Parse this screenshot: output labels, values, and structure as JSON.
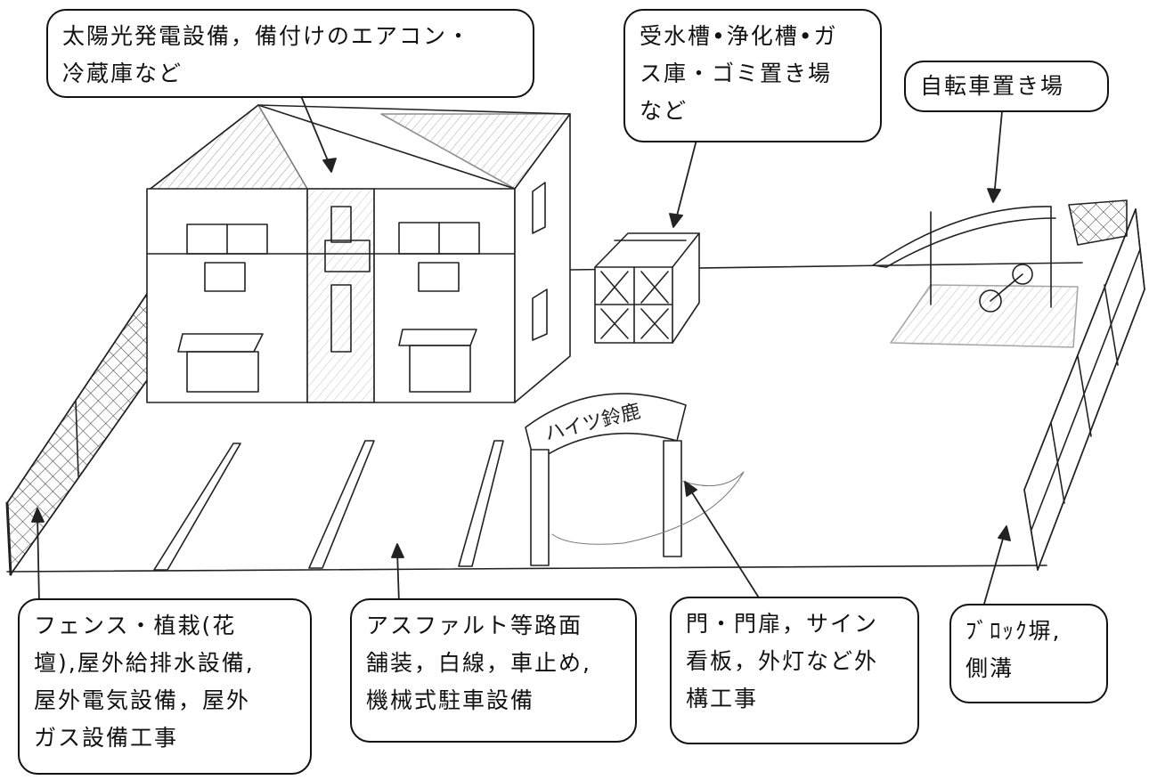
{
  "callouts": {
    "building": {
      "lines": [
        "太陽光発電設備，備付けのエアコン・",
        "冷蔵庫など"
      ]
    },
    "tanks": {
      "lines": [
        "受水槽•浄化槽•ガ",
        "ス庫・ゴミ置き場",
        "など"
      ]
    },
    "bicycle": {
      "lines": [
        "自転車置き場"
      ]
    },
    "fence": {
      "lines": [
        "フェンス・植栽(花",
        "壇),屋外給排水設備,",
        "屋外電気設備，屋外",
        "ガス設備工事"
      ]
    },
    "paving": {
      "lines": [
        "アスファルト等路面",
        "舗装，白線，車止め,",
        "機械式駐車設備"
      ]
    },
    "gate": {
      "lines": [
        "門・門扉，サイン",
        "看板，外灯など外",
        "構工事"
      ]
    },
    "block": {
      "lines": [
        "ﾌﾞﾛｯｸ塀,",
        "側溝"
      ]
    }
  },
  "gate_sign": "ハイツ鈴鹿",
  "colors": {
    "ink": "#111111",
    "paper": "#ffffff"
  }
}
